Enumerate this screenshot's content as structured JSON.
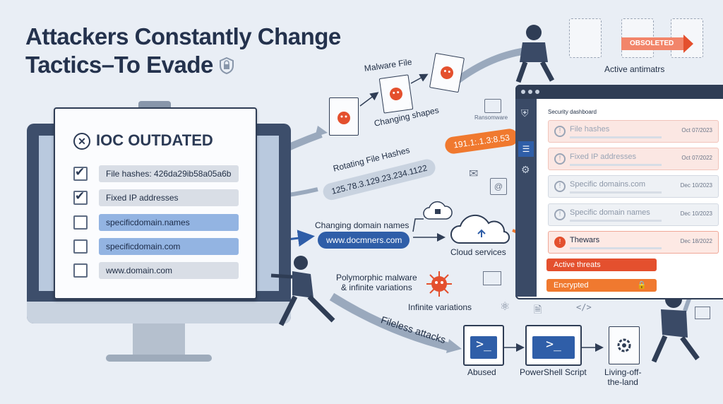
{
  "title": {
    "line1": "Attackers Constantly Change",
    "line2": "Tactics–To Evade"
  },
  "ioc": {
    "heading": "IOC OUTDATED",
    "rows": [
      {
        "text": "File hashes: 426da29ib58a05a6b",
        "checked": true
      },
      {
        "text": "Fixed IP addresses",
        "checked": true
      },
      {
        "text": "specificdomain.names",
        "checked": false
      },
      {
        "text": "specificdomain.com",
        "checked": false
      },
      {
        "text": "www.domain.com",
        "checked": false
      }
    ]
  },
  "flow": {
    "malware_file": "Malware File",
    "changing_shapes": "Changing shapes",
    "ransomware": "Ransomware",
    "rotating_hashes": "Rotating File Hashes",
    "ip_list": "125.78.3.129.23.234.1122",
    "ip_pill": "191.1:.1.3:8.53",
    "changing_domains": "Changing domain names",
    "domain_pill": "www.docmners.com",
    "cloud_services": "Cloud services",
    "polymorphic": "Polymorphic malware\n& infinite variations",
    "polymorphic_1": "Polymorphic malware",
    "polymorphic_2": "& infinite variations",
    "infinite_variations": "Infinite variations",
    "fileless": "Fileless attacks",
    "abused": "Abused",
    "powershell": "PowerShell Script",
    "lotl_1": "Living-off-",
    "lotl_2": "the-land"
  },
  "obsolete": {
    "badge": "OBSOLETED",
    "caption": "Active antimatrs"
  },
  "dashboard": {
    "title": "Security dashboard",
    "rows": [
      {
        "label": "File hashes",
        "date": "Oct 07/2023",
        "status": "red"
      },
      {
        "label": "Fixed IP addresses",
        "date": "Oct 07/2022",
        "status": "red"
      },
      {
        "label": "Specific domains.com",
        "date": "Dec 10/2023",
        "status": "gray"
      },
      {
        "label": "Specific domain names",
        "date": "Dec 10/2023",
        "status": "gray"
      },
      {
        "label": "Thewars",
        "date": "Dec 18/2022",
        "status": "alert"
      }
    ],
    "active_threats": "Active threats",
    "encrypted": "Encrypted"
  },
  "colors": {
    "accent_orange": "#f0792f",
    "alert_red": "#e4502e",
    "navy": "#2f3d55",
    "blue": "#2f5ea8"
  }
}
